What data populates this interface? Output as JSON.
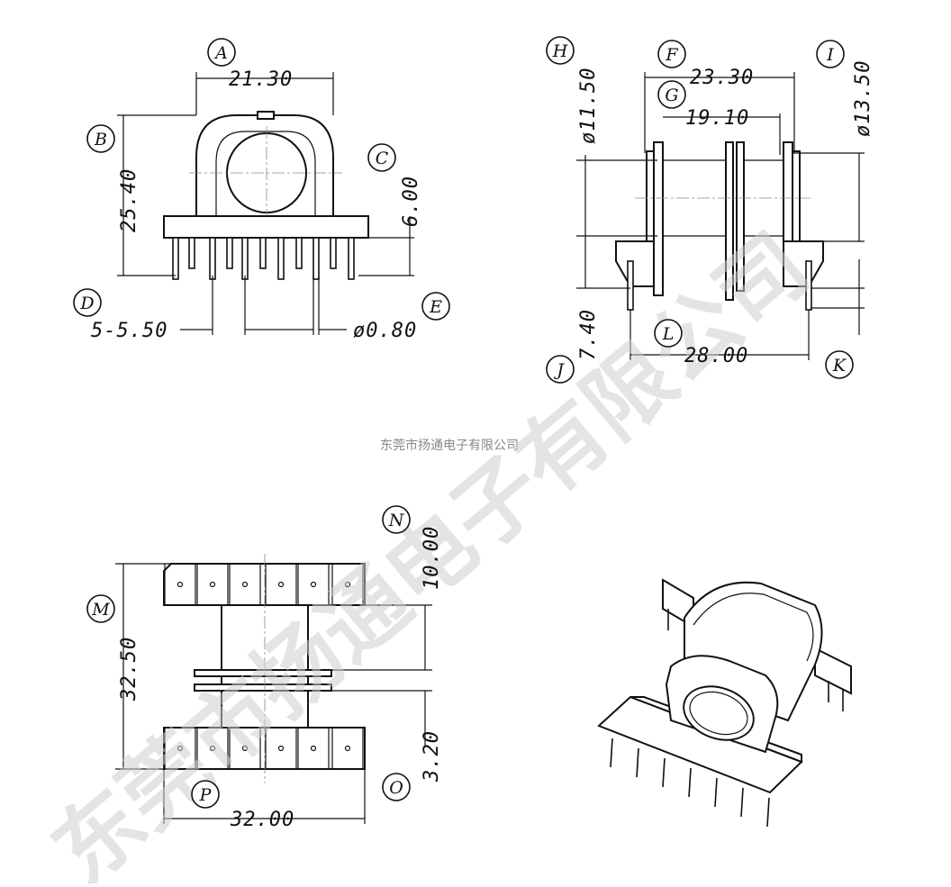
{
  "caption": "东莞市扬通电子有限公司",
  "watermark": "东莞市扬通电子有限公司",
  "labels": {
    "A": "A",
    "B": "B",
    "C": "C",
    "D": "D",
    "E": "E",
    "F": "F",
    "G": "G",
    "H": "H",
    "I": "I",
    "J": "J",
    "K": "K",
    "L": "L",
    "M": "M",
    "N": "N",
    "O": "O",
    "P": "P"
  },
  "dims": {
    "A": "21.30",
    "B": "25.40",
    "C": "6.00",
    "D": "5-5.50",
    "E": "ø0.80",
    "F": "23.30",
    "G": "19.10",
    "H": "ø11.50",
    "I": "ø13.50",
    "J": "7.40",
    "L": "28.00",
    "M": "32.50",
    "N": "10.00",
    "O": "3.20",
    "P": "32.00"
  }
}
